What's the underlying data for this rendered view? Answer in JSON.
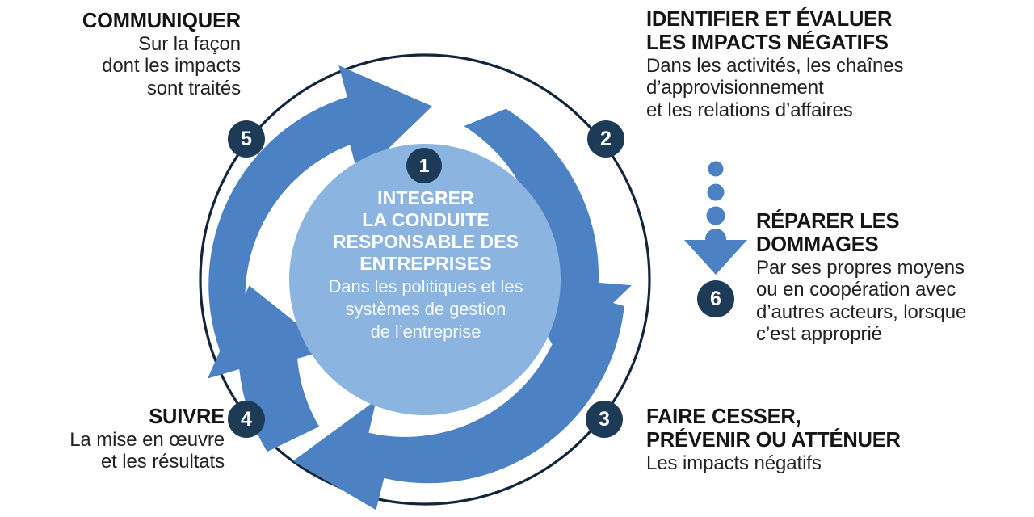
{
  "colors": {
    "navy": "#1d3a57",
    "arc_blue": "#4c82c3",
    "hub_blue": "#8cb4e0",
    "ring_line": "#12253c",
    "white": "#ffffff",
    "text_dark": "#151515"
  },
  "hub": {
    "number": "1",
    "headline_lines": [
      "INTEGRER",
      "LA CONDUITE",
      "RESPONSABLE DES",
      "ENTREPRISES"
    ],
    "sub_lines": [
      "Dans les politiques et les",
      "systèmes de gestion",
      "de l’entreprise"
    ]
  },
  "steps": [
    {
      "number": "2",
      "name": "identifier-et-evaluer",
      "headline_lines": [
        "IDENTIFIER ET ÉVALUER",
        "LES IMPACTS NÉGATIFS"
      ],
      "sub_lines": [
        "Dans les activités, les chaînes",
        "d’approvisionnement",
        "et les relations d’affaires"
      ],
      "align": "left"
    },
    {
      "number": "3",
      "name": "faire-cesser-prevenir-attenuer",
      "headline_lines": [
        "FAIRE CESSER,",
        "PRÉVENIR OU ATTÉNUER"
      ],
      "sub_lines": [
        "Les impacts négatifs"
      ],
      "align": "left"
    },
    {
      "number": "4",
      "name": "suivre",
      "headline_lines": [
        "SUIVRE"
      ],
      "sub_lines": [
        "La mise en œuvre",
        "et les résultats"
      ],
      "align": "right"
    },
    {
      "number": "5",
      "name": "communiquer",
      "headline_lines": [
        "COMMUNIQUER"
      ],
      "sub_lines": [
        "Sur la façon",
        "dont les impacts",
        "sont traités"
      ],
      "align": "right"
    },
    {
      "number": "6",
      "name": "reparer-les-dommages",
      "headline_lines": [
        "RÉPARER LES",
        "DOMMAGES"
      ],
      "sub_lines": [
        "Par ses propres moyens",
        "ou en coopération avec",
        "d’autres acteurs, lorsque",
        "c’est approprié"
      ],
      "align": "left"
    }
  ],
  "connector": {
    "name": "dotted-arrow-down",
    "dot_count": 4,
    "direction": "down"
  }
}
